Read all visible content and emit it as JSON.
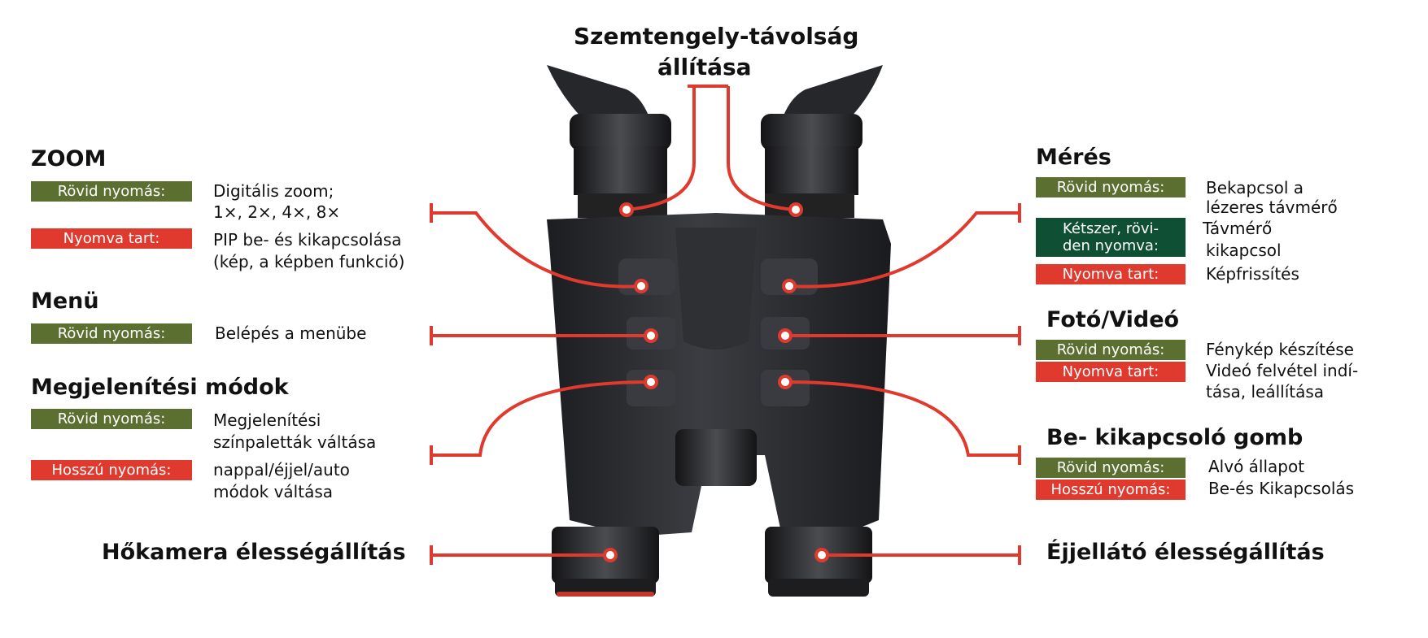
{
  "colors": {
    "olive_badge": "#5b7030",
    "red_badge": "#e03a2e",
    "dark_green_badge": "#0f4f34",
    "callout_line": "#e03a2e",
    "device_body": "#2a2b2e"
  },
  "top_callout": {
    "line1": "Szemtengely-távolság",
    "line2": "állítása"
  },
  "zoom": {
    "title": "ZOOM",
    "short_label": "Rövid nyomás:",
    "short_desc1": "Digitális zoom;",
    "short_desc2": "1×, 2×, 4×, 8×",
    "hold_label": "Nyomva tart:",
    "hold_desc1": "PIP be- és kikapcsolása",
    "hold_desc2": "(kép, a képben funkció)"
  },
  "menu": {
    "title": "Menü",
    "short_label": "Rövid nyomás:",
    "short_desc": "Belépés a menübe"
  },
  "display_modes": {
    "title": "Megjelenítési módok",
    "short_label": "Rövid nyomás:",
    "short_desc1": "Megjelenítési",
    "short_desc2": "színpaletták váltása",
    "long_label": "Hosszú nyomás:",
    "long_desc1": "nappal/éjjel/auto",
    "long_desc2": "módok váltása"
  },
  "thermal_focus": {
    "label": "Hőkamera élességállítás"
  },
  "measure": {
    "title": "Mérés",
    "short_label": "Rövid nyomás:",
    "short_desc1": "Bekapcsol a",
    "short_desc2": "lézeres távmérő",
    "double_label1": "Kétszer, rövi-",
    "double_label2": "den nyomva:",
    "double_desc1": "Távmérő",
    "double_desc2": "kikapcsol",
    "hold_label": "Nyomva tart:",
    "hold_desc": "Képfrissítés"
  },
  "photo_video": {
    "title": "Fotó/Videó",
    "short_label": "Rövid nyomás:",
    "short_desc": "Fénykép készítése",
    "hold_label": "Nyomva tart:",
    "hold_desc1": "Videó felvétel indí-",
    "hold_desc2": "tása, leállítása"
  },
  "power": {
    "title": "Be- kikapcsoló gomb",
    "short_label": "Rövid nyomás:",
    "short_desc": "Alvó állapot",
    "long_label": "Hosszú nyomás:",
    "long_desc": "Be-és Kikapcsolás"
  },
  "night_focus": {
    "label": "Éjjellátó élességállítás"
  }
}
